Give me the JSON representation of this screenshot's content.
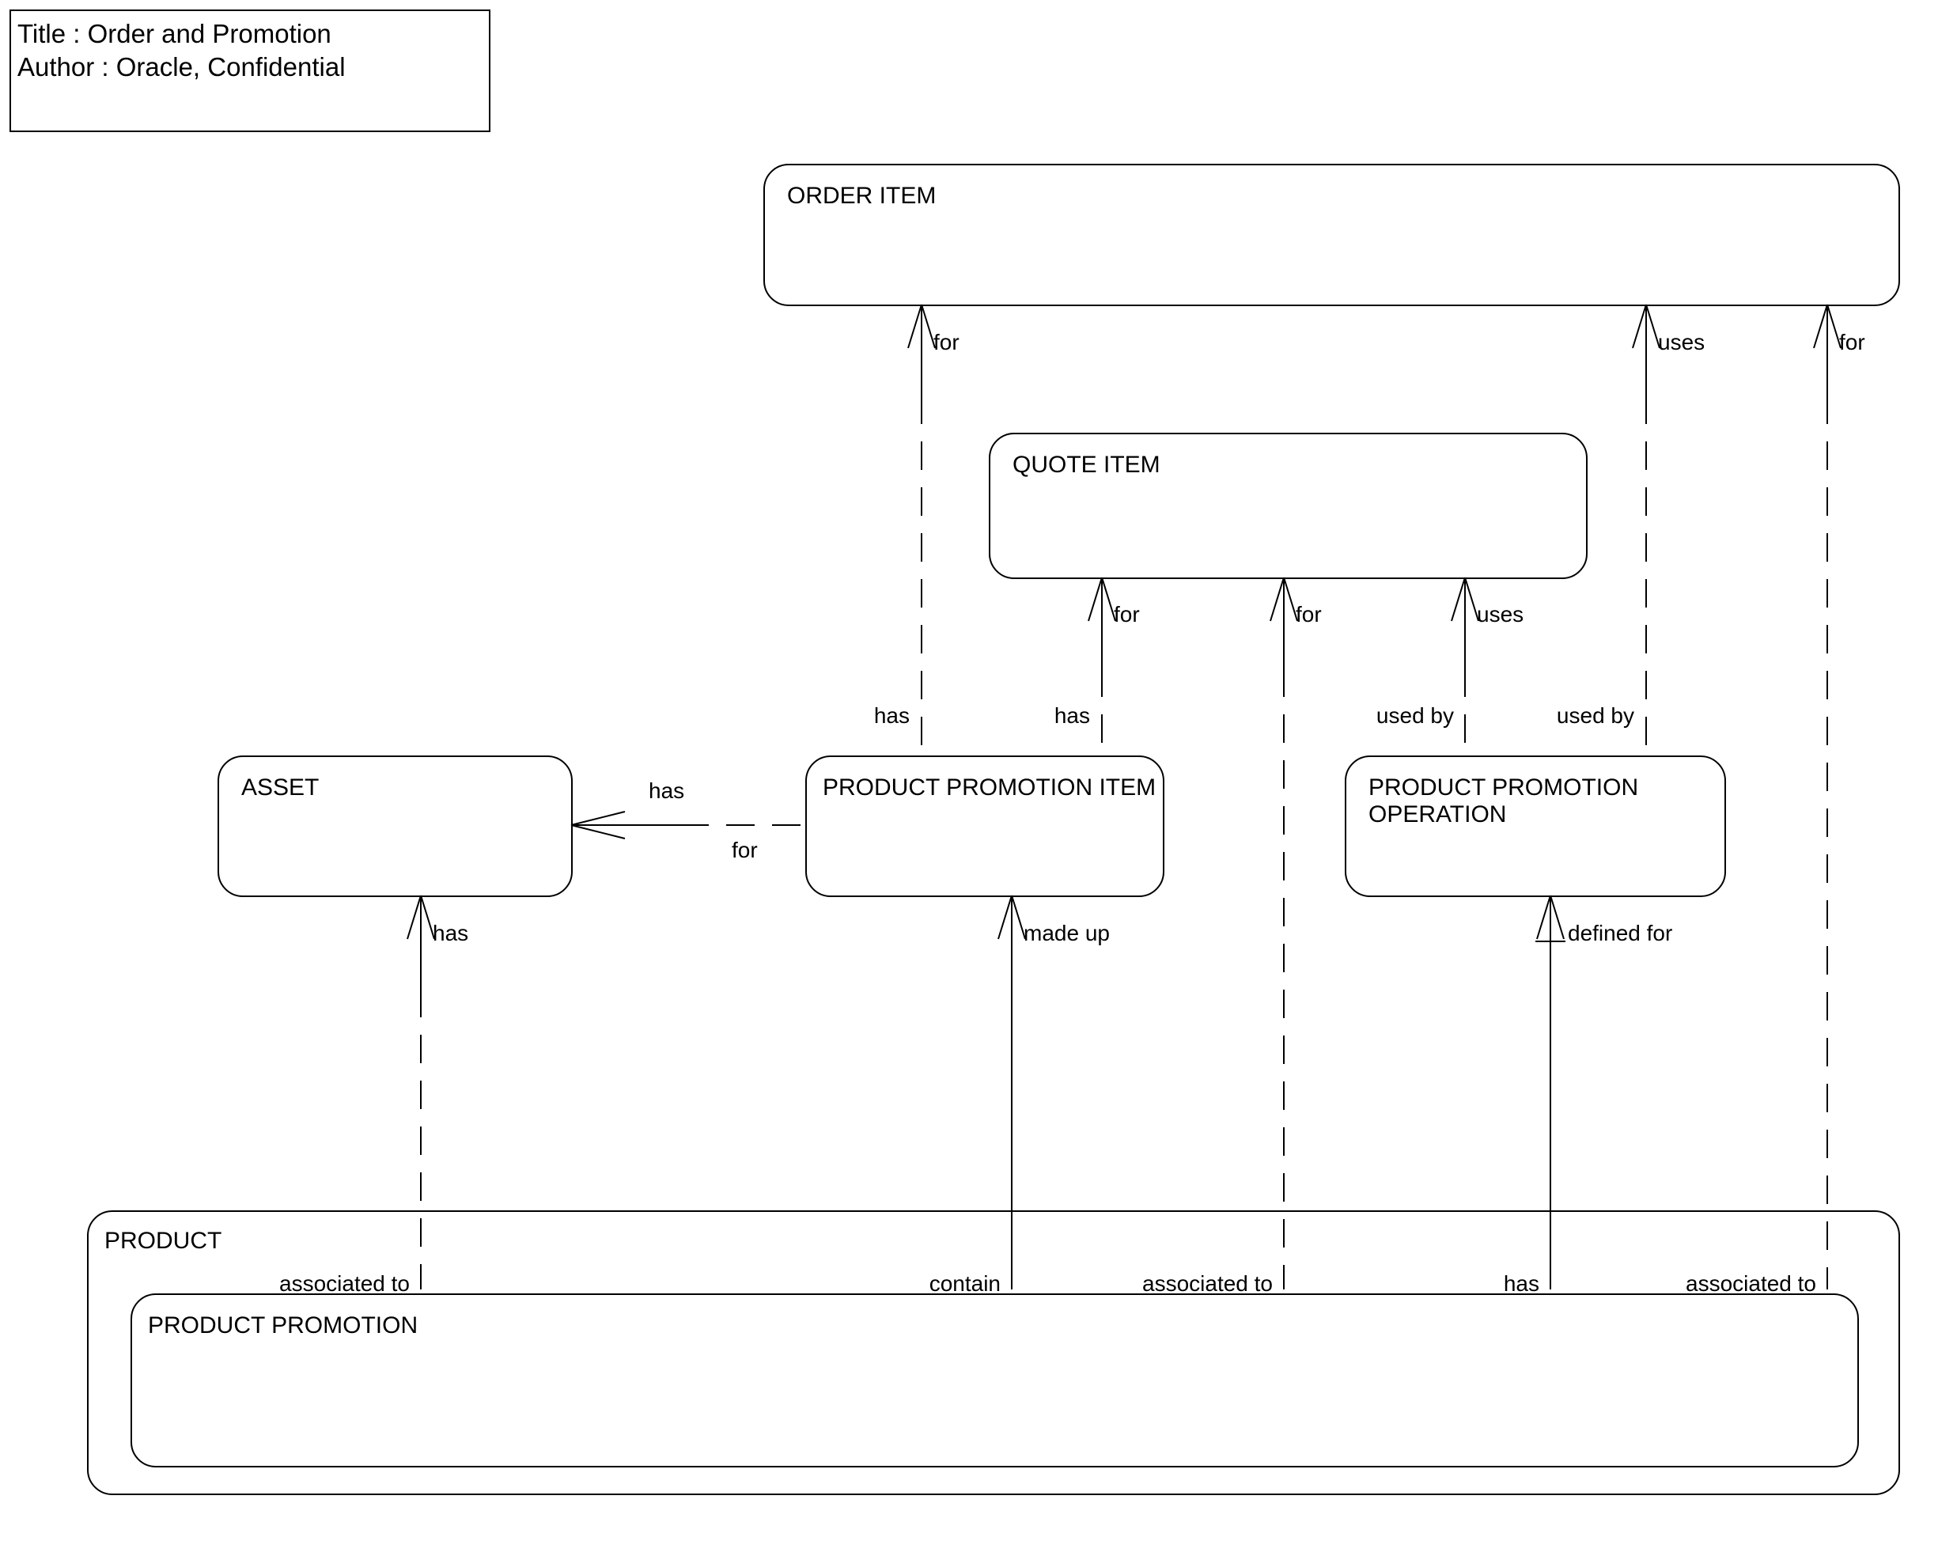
{
  "diagram": {
    "kind": "entity-relationship-diagram",
    "title_block": {
      "title_line": "Title : Order and Promotion",
      "author_line": "Author : Oracle, Confidential"
    },
    "entities": [
      {
        "id": "order-item",
        "label": "ORDER ITEM"
      },
      {
        "id": "quote-item",
        "label": "QUOTE ITEM"
      },
      {
        "id": "asset",
        "label": "ASSET"
      },
      {
        "id": "product-promotion-item",
        "label": "PRODUCT PROMOTION ITEM"
      },
      {
        "id": "product-promotion-operation",
        "label": "PRODUCT PROMOTION\nOPERATION"
      },
      {
        "id": "product",
        "label": "PRODUCT"
      },
      {
        "id": "product-promotion",
        "label": "PRODUCT PROMOTION"
      }
    ],
    "relationship_labels": {
      "order_item_for_1": "for",
      "order_item_uses": "uses",
      "order_item_for_2": "for",
      "quote_item_for_1": "for",
      "quote_item_for_2": "for",
      "quote_item_uses": "uses",
      "ppi_has_1": "has",
      "ppi_has_2": "has",
      "ppo_used_by_1": "used by",
      "ppo_used_by_2": "used by",
      "asset_has_side": "has",
      "asset_for_side": "for",
      "asset_has_down": "has",
      "ppi_made_up": "made up",
      "ppo_defined_for": "defined for",
      "product_associated_to_1": "associated to",
      "product_contain": "contain",
      "product_associated_to_2": "associated to",
      "product_has": "has",
      "product_associated_to_3": "associated to"
    },
    "colors": {
      "stroke": "#000000",
      "background": "#ffffff",
      "text": "#000000"
    }
  }
}
